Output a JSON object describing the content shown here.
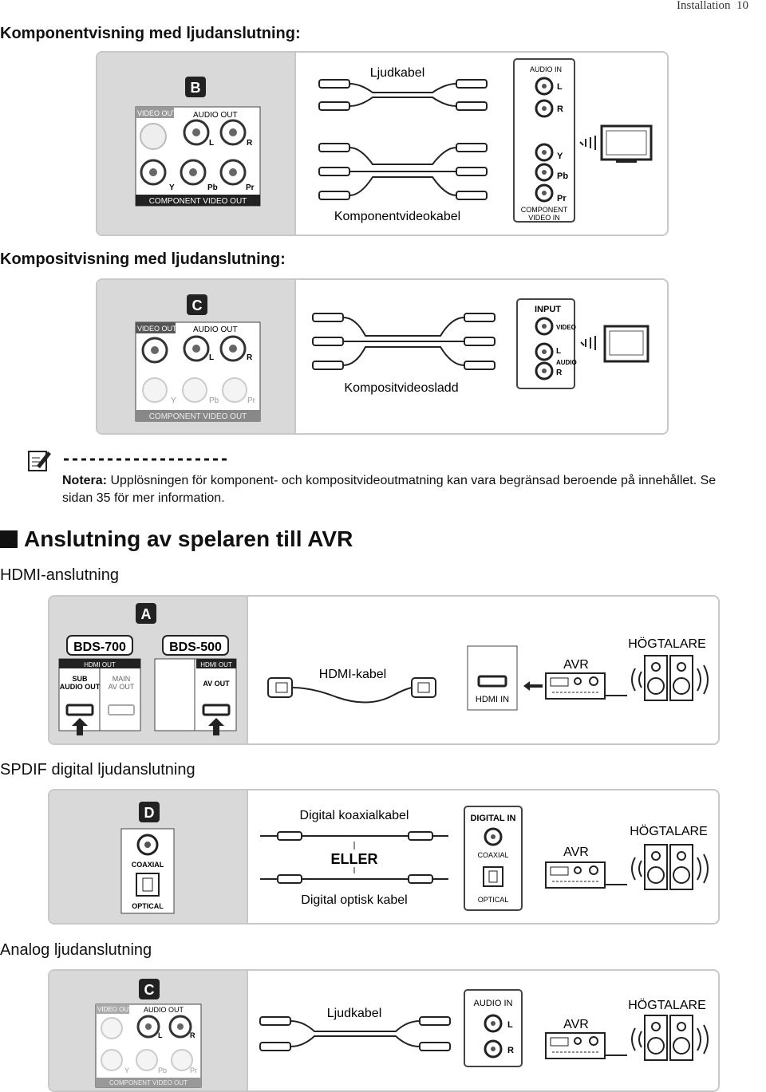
{
  "header": {
    "section": "Installation",
    "page": "10"
  },
  "sections": {
    "component": {
      "title": "Komponentvisning med ljudanslutning:",
      "badge": "B",
      "video_out": "VIDEO OUT",
      "audio_out": "AUDIO OUT",
      "L": "L",
      "R": "R",
      "Y": "Y",
      "Pb": "Pb",
      "Pr": "Pr",
      "component_video_out": "COMPONENT VIDEO OUT",
      "audio_cable": "Ljudkabel",
      "component_cable": "Komponentvideokabel",
      "audio_in": "AUDIO IN",
      "component_in_1": "COMPONENT",
      "component_in_2": "VIDEO IN"
    },
    "composite": {
      "title": "Kompositvisning med ljudanslutning:",
      "badge": "C",
      "video_out": "VIDEO OUT",
      "audio_out": "AUDIO OUT",
      "L": "L",
      "R": "R",
      "Y": "Y",
      "Pb": "Pb",
      "Pr": "Pr",
      "component_video_out": "COMPONENT VIDEO OUT",
      "cable": "Kompositvideosladd",
      "input": "INPUT",
      "video": "VIDEO",
      "audio": "AUDIO"
    },
    "note": {
      "label": "Notera:",
      "text": "Upplösningen för komponent- och kompositvideoutmatning kan vara begränsad beroende på innehållet. Se sidan 35 för mer information."
    },
    "avr": {
      "title": "Anslutning av spelaren till AVR",
      "hdmi_title": "HDMI-anslutning",
      "badge_a": "A",
      "model_1": "BDS-700",
      "model_2": "BDS-500",
      "hdmi_out": "HDMI OUT",
      "sub_1": "SUB",
      "sub_2": "AUDIO OUT",
      "main_1": "MAIN",
      "main_2": "AV OUT",
      "av_out": "AV OUT",
      "hdmi_cable": "HDMI-kabel",
      "hdmi_in": "HDMI IN",
      "avr": "AVR",
      "speakers": "HÖGTALARE"
    },
    "spdif": {
      "title": "SPDIF digital ljudanslutning",
      "badge": "D",
      "coaxial": "COAXIAL",
      "optical": "OPTICAL",
      "coax_cable": "Digital koaxialkabel",
      "or": "ELLER",
      "optical_cable": "Digital optisk kabel",
      "digital_in": "DIGITAL IN",
      "avr": "AVR",
      "speakers": "HÖGTALARE"
    },
    "analog": {
      "title": "Analog ljudanslutning",
      "badge": "C",
      "video_out": "VIDEO OUT",
      "audio_out": "AUDIO OUT",
      "L": "L",
      "R": "R",
      "Y": "Y",
      "Pb": "Pb",
      "Pr": "Pr",
      "component_video_out": "COMPONENT VIDEO OUT",
      "cable": "Ljudkabel",
      "audio_in": "AUDIO IN",
      "avr": "AVR",
      "speakers": "HÖGTALARE"
    }
  }
}
